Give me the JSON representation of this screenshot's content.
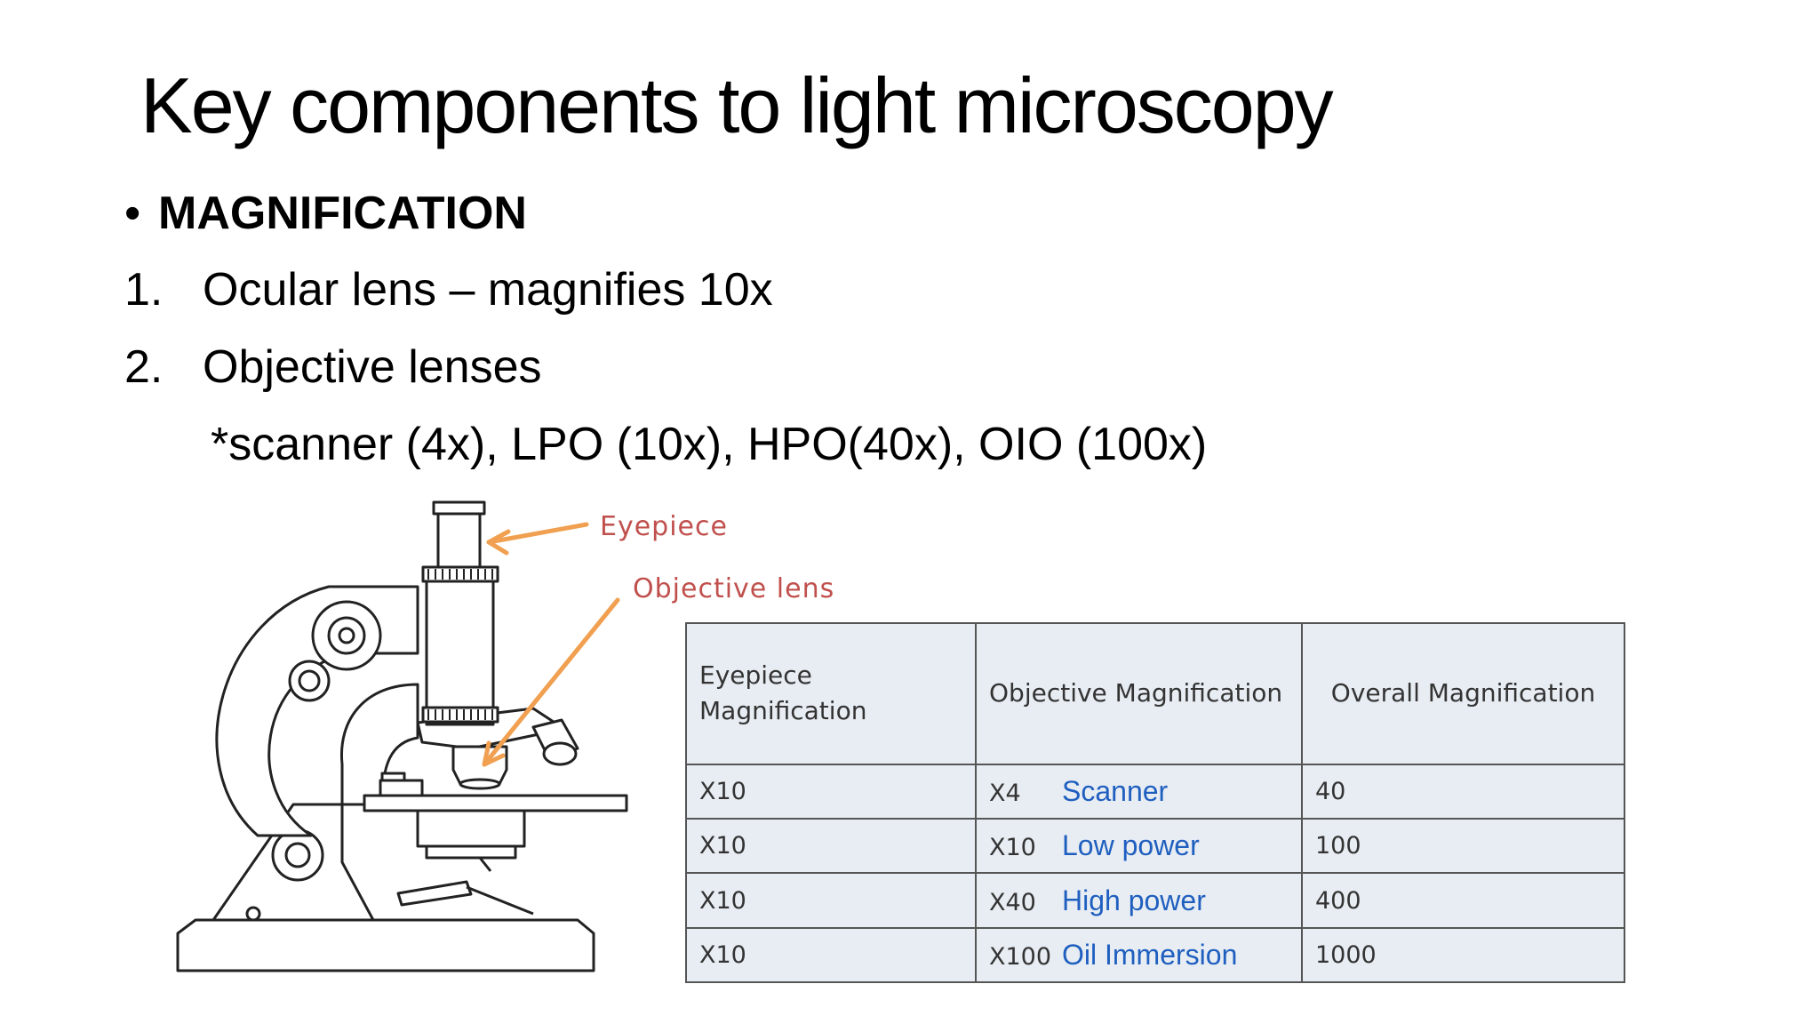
{
  "slide": {
    "title": "Key components to light microscopy"
  },
  "bullets": {
    "bullet_symbol": "•",
    "heading": "MAGNIFICATION",
    "items": [
      {
        "num": "1.",
        "text": "Ocular lens – magnifies 10x"
      },
      {
        "num": "2.",
        "text": "Objective lenses"
      }
    ],
    "sub_note": "*scanner (4x), LPO (10x), HPO(40x), OIO (100x)"
  },
  "diagram": {
    "labels": {
      "eyepiece": "Eyepiece",
      "objective": "Objective lens"
    },
    "label_color": "#c0504d",
    "arrow_color": "#f0a050"
  },
  "table": {
    "headers": [
      "Eyepiece Magnification",
      "Objective Magnification",
      "Overall Magnification"
    ],
    "rows": [
      {
        "eyepiece": "X10",
        "objective": "X4",
        "name": "Scanner",
        "overall": "40"
      },
      {
        "eyepiece": "X10",
        "objective": "X10",
        "name": "Low power",
        "overall": "100"
      },
      {
        "eyepiece": "X10",
        "objective": "X40",
        "name": "High power",
        "overall": "400"
      },
      {
        "eyepiece": "X10",
        "objective": "X100",
        "name": "Oil Immersion",
        "overall": "1000"
      }
    ],
    "colors": {
      "background": "#e8edf3",
      "name_text": "#1f5fbf",
      "overall_text": "#e8151b"
    }
  }
}
